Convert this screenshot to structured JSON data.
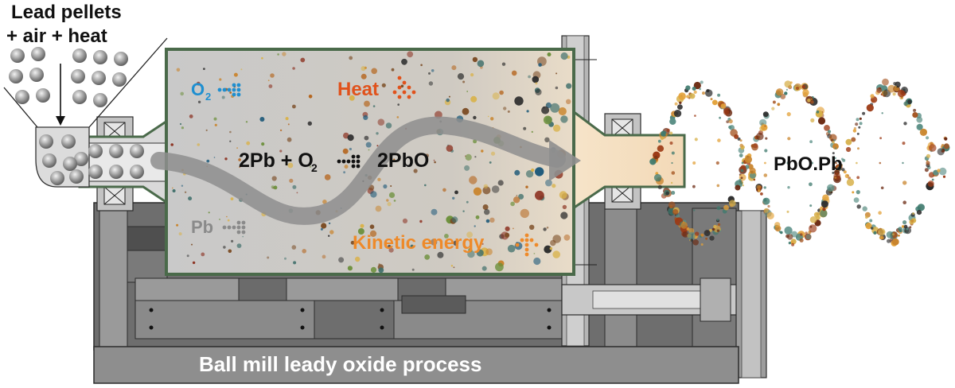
{
  "hopper": {
    "label_line1": "Lead pellets",
    "label_line2": "+ air + heat"
  },
  "labels": {
    "o2": "O",
    "o2_sub": "2",
    "heat": "Heat",
    "pb": "Pb",
    "kinetic": "Kinetic energy",
    "equation_left": "2Pb + O",
    "equation_sub": "2",
    "equation_right": "2PbO",
    "product": "PbO.Pb"
  },
  "base": {
    "title": "Ball mill leady oxide process"
  },
  "colors": {
    "oxygen": "#1f8fd0",
    "heat": "#e0521c",
    "kinetic": "#ee8a2a",
    "pb": "#8a8a8a",
    "drum_border": "#4a6a4a",
    "machine_dark": "#5a5a5a",
    "machine_mid": "#8c8c8c",
    "machine_light": "#bdbdbd"
  }
}
